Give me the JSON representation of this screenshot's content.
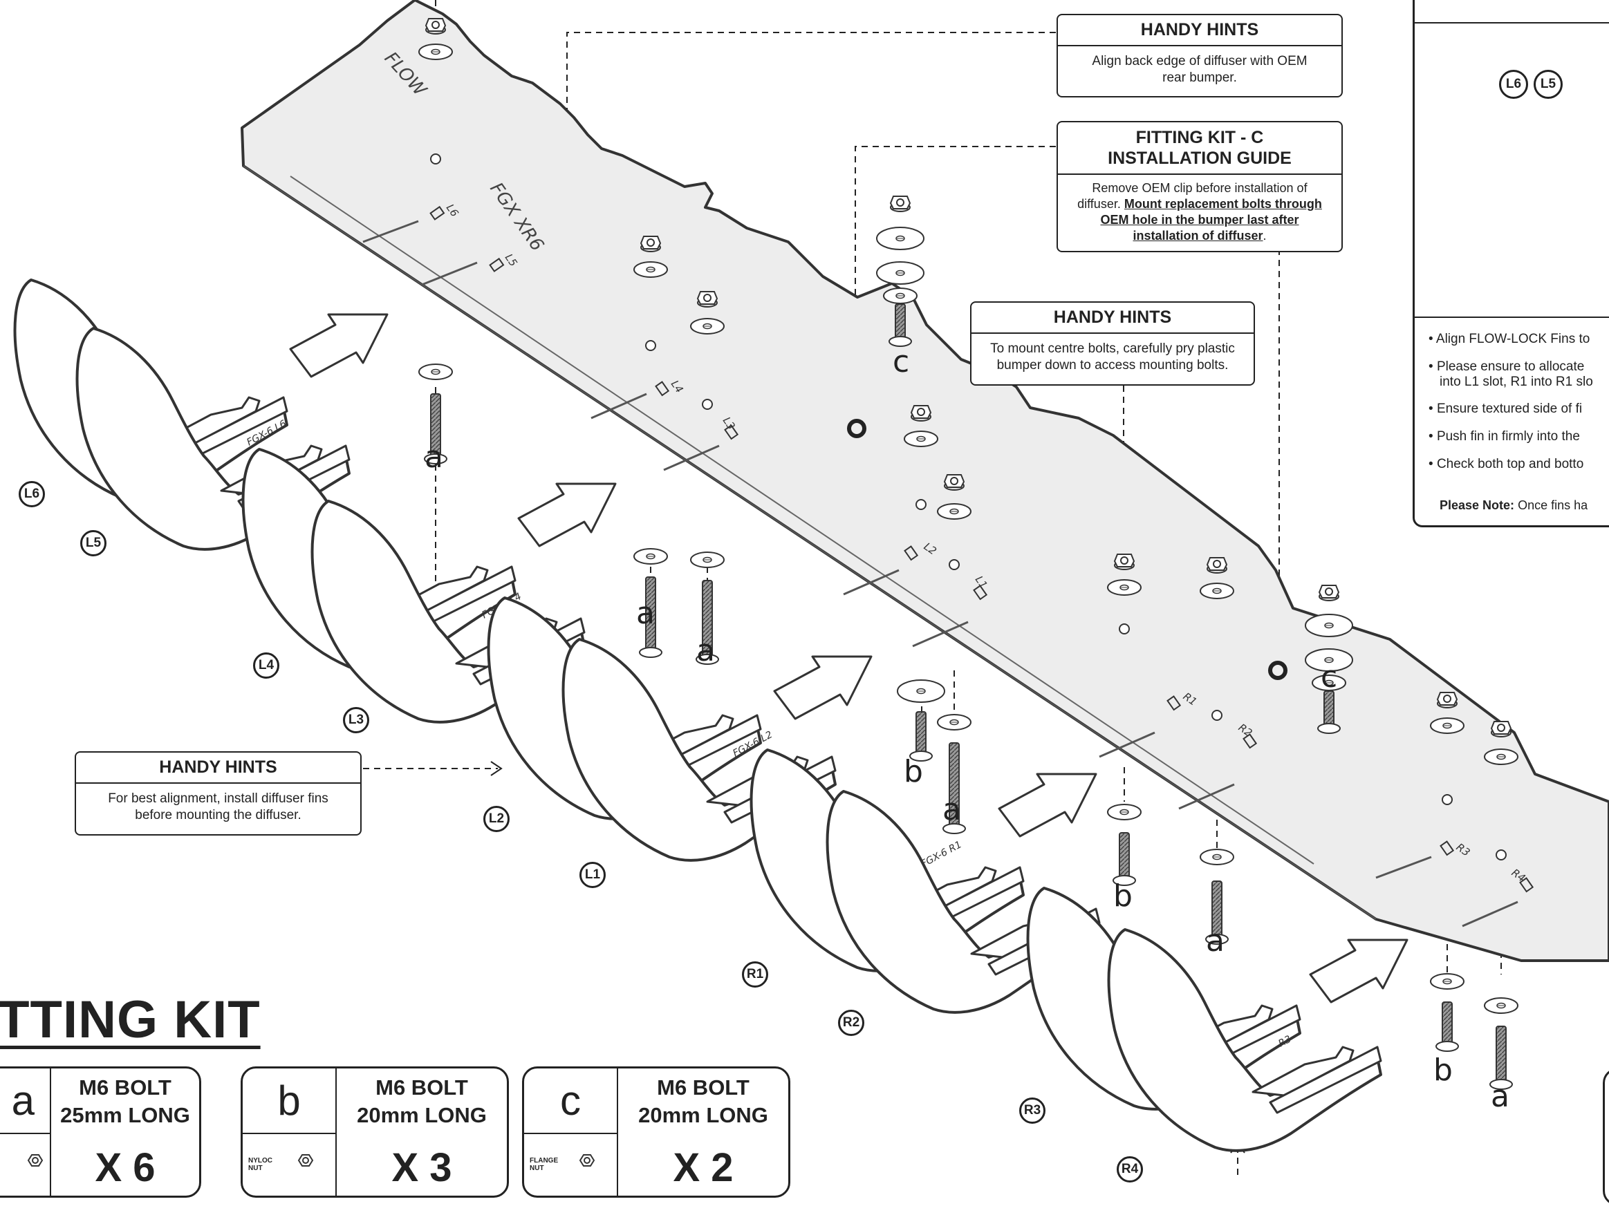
{
  "hints": {
    "top": {
      "title": "HANDY HINTS",
      "body": "Align back edge of diffuser with OEM rear bumper."
    },
    "guide": {
      "title_line1": "FITTING KIT - C",
      "title_line2": "INSTALLATION GUIDE",
      "body_plain": "Remove OEM clip before installation of diffuser.",
      "body_bold": "Mount replacement bolts through OEM hole in the bumper last after installation of diffuser",
      "body_end": "."
    },
    "centre": {
      "title": "HANDY HINTS",
      "body": "To mount centre bolts, carefully pry plastic bumper down to access mounting bolts."
    },
    "fins": {
      "title": "HANDY HINTS",
      "body": "For best alignment, install diffuser fins before mounting the diffuser."
    }
  },
  "fin_labels": [
    "L6",
    "L5",
    "L4",
    "L3",
    "L2",
    "L1",
    "R1",
    "R2",
    "R3",
    "R4"
  ],
  "bolt_letters": [
    "a",
    "a",
    "a",
    "a",
    "a",
    "a",
    "b",
    "b",
    "b",
    "c",
    "c"
  ],
  "diffuser": {
    "brand": "FLOW",
    "model": "FGX XR6",
    "slots": [
      "L6",
      "L5",
      "L4",
      "L3",
      "L2",
      "L1",
      "R1",
      "R2",
      "R3",
      "R4"
    ]
  },
  "fin_stamps": [
    "FGX-6 L6",
    "FGX-6 L4",
    "FGX-6 L2",
    "FGX-6 R1",
    "R3"
  ],
  "kit": {
    "title": "ITTING KIT",
    "items": [
      {
        "letter": "a",
        "name_line1": "M6 BOLT",
        "name_line2": "25mm LONG",
        "qty": "X 6",
        "nut": ""
      },
      {
        "letter": "b",
        "name_line1": "M6 BOLT",
        "name_line2": "20mm LONG",
        "qty": "X 3",
        "nut": "NYLOC NUT"
      },
      {
        "letter": "c",
        "name_line1": "M6 BOLT",
        "name_line2": "20mm LONG",
        "qty": "X 2",
        "nut": "FLANGE NUT"
      }
    ]
  },
  "inset": {
    "callouts": [
      "L6",
      "L5"
    ],
    "bullets": [
      "Align FLOW-LOCK Fins to",
      "Please ensure to allocate",
      "into L1 slot, R1 into R1 slo",
      "Ensure textured side of fi",
      "Push fin in firmly into the",
      "Check both top and botto"
    ],
    "note_label": "Please Note:",
    "note_text": "Once fins ha"
  }
}
